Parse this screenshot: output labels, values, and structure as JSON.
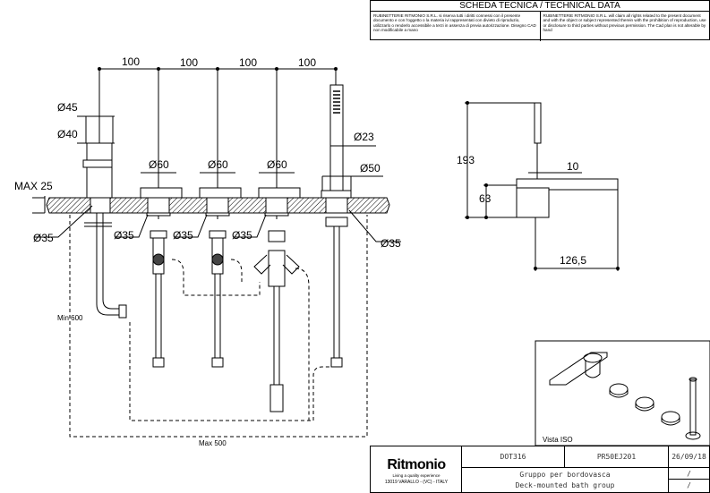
{
  "header": {
    "title": "SCHEDA TECNICA / TECHNICAL DATA",
    "notice_it": "RUBINETTERIE RITMONIO S.R.L. si riserva tutti i diritti connessi con il presente documento e con l'oggetto o la materia ivi rappresentati con divieto di riproduzio, utilizzarlo o renderlo accessibile a terzi in assenza di previa autorizzazione. Disegno CAD non modificabile a mano",
    "notice_en": "RUBINETTERIE RITMONIO S.R.L. will claim all rights related to the present document and with the object or subject represented therein with the prohibition of reproduction, use or disclosure to third parties without previous permission. The Cad plan is not alterable by hand"
  },
  "front_view": {
    "spacing": [
      "100",
      "100",
      "100",
      "100"
    ],
    "d45": "Ø45",
    "d40": "Ø40",
    "d60": [
      "Ø60",
      "Ø60",
      "Ø60"
    ],
    "d23": "Ø23",
    "d50": "Ø50",
    "max25": "MAX 25",
    "d35": [
      "Ø35",
      "Ø35",
      "Ø35",
      "Ø35",
      "Ø35"
    ],
    "min600": "Min 600",
    "max500": "Max 500"
  },
  "side_view": {
    "h193": "193",
    "h63": "63",
    "w10": "10",
    "w126": "126,5"
  },
  "iso_view": {
    "label": "Vista ISO"
  },
  "title_block": {
    "brand": "Ritmonio",
    "tagline": "Living a quality experience",
    "address": "13019 VARALLO - (VC) - ITALY",
    "code": "DOT316",
    "article": "PR50EJ201",
    "date": "26/09/18",
    "desc_it": "Gruppo per bordovasca",
    "desc_en": "Deck-mounted bath group",
    "rev1": "/",
    "rev2": "/"
  }
}
